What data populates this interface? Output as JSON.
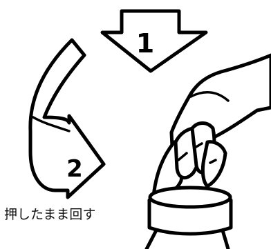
{
  "steps": {
    "step1_label": "1",
    "step2_label": "2"
  },
  "caption": "押したまま回す",
  "icons": {
    "press_arrow": "down-arrow-icon",
    "turn_arrow": "curved-arrow-icon",
    "hand": "hand-icon",
    "cap": "cap-icon"
  }
}
